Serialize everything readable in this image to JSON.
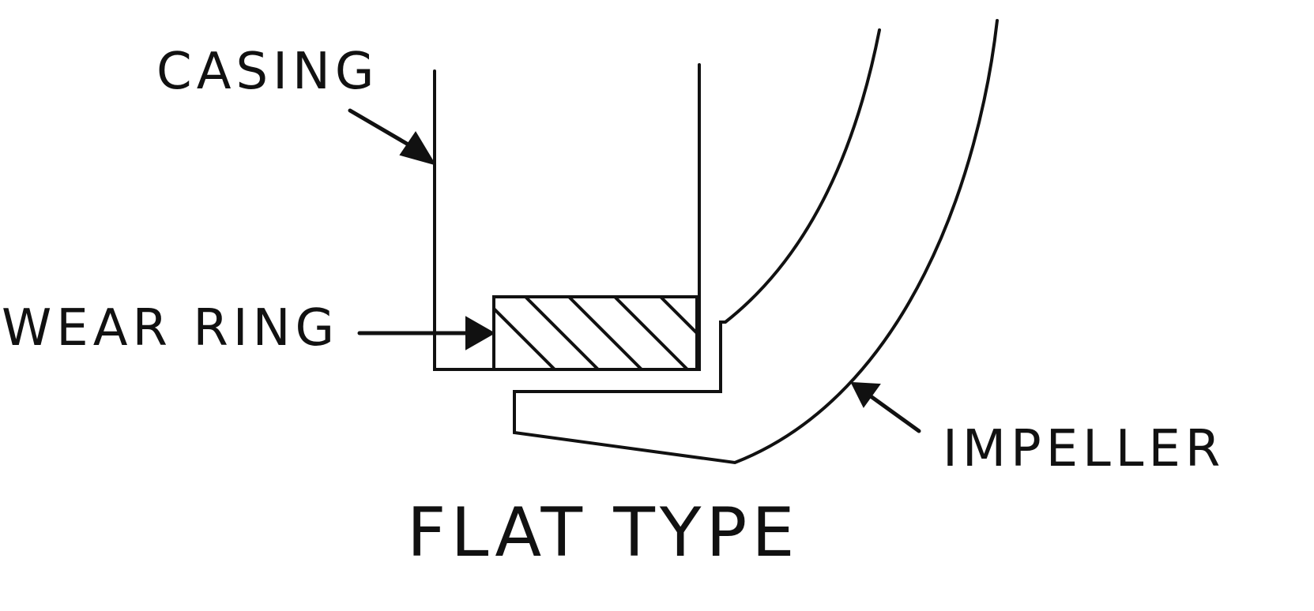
{
  "labels": {
    "casing": "CASING",
    "wear_ring": "WEAR RING",
    "impeller": "IMPELLER",
    "caption": "FLAT TYPE"
  },
  "colors": {
    "ink": "#111111",
    "paper": "#ffffff"
  }
}
